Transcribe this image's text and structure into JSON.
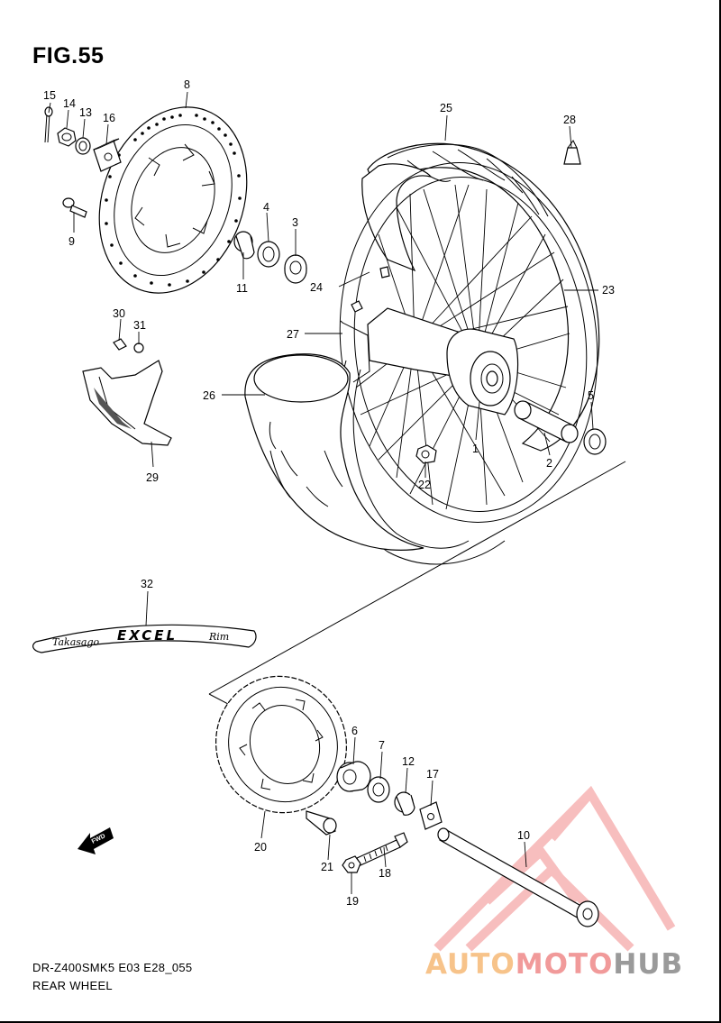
{
  "figure": {
    "title": "FIG.55",
    "code": "DR-Z400SMK5 E03 E28_055",
    "caption": "REAR WHEEL"
  },
  "rim_sticker": {
    "brand_script": "Takasago",
    "brand_main": "EXCEL",
    "brand_suffix": "Rim"
  },
  "fwd_arrow": {
    "label": "FWD"
  },
  "watermark": {
    "part1": "AUTO",
    "part2": "MOTO",
    "part3": "HUB",
    "colors": {
      "auto": "#f7c38a",
      "moto": "#f19a9a",
      "hub": "#9a9a9a",
      "logo": "#f28a8a"
    }
  },
  "callouts": {
    "n1": "1",
    "n2": "2",
    "n3": "3",
    "n4": "4",
    "n5": "5",
    "n6": "6",
    "n7": "7",
    "n8": "8",
    "n9": "9",
    "n10": "10",
    "n11": "11",
    "n12": "12",
    "n13": "13",
    "n14": "14",
    "n15": "15",
    "n16": "16",
    "n17": "17",
    "n18": "18",
    "n19": "19",
    "n20": "20",
    "n21": "21",
    "n22": "22",
    "n23": "23",
    "n24": "24",
    "n25": "25",
    "n26": "26",
    "n27": "27",
    "n28": "28",
    "n29": "29",
    "n30": "30",
    "n31": "31",
    "n32": "32"
  }
}
